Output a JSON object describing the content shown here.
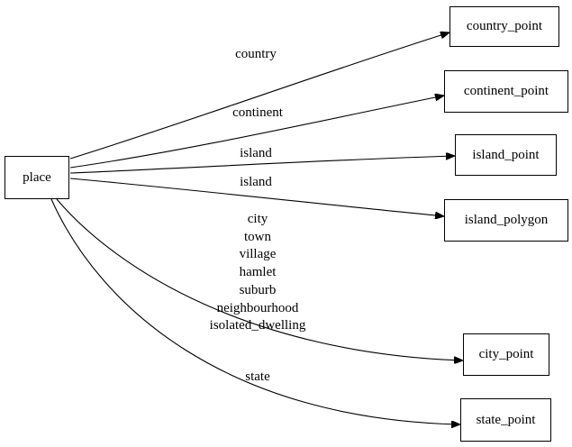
{
  "diagram": {
    "background_color": "#ffffff",
    "line_color": "#000000",
    "nodes": [
      {
        "id": "place",
        "label": "place"
      },
      {
        "id": "country_point",
        "label": "country_point"
      },
      {
        "id": "continent_point",
        "label": "continent_point"
      },
      {
        "id": "island_point",
        "label": "island_point"
      },
      {
        "id": "island_polygon",
        "label": "island_polygon"
      },
      {
        "id": "city_point",
        "label": "city_point"
      },
      {
        "id": "state_point",
        "label": "state_point"
      }
    ],
    "edges": [
      {
        "from": "place",
        "to": "country_point",
        "label": "country"
      },
      {
        "from": "place",
        "to": "continent_point",
        "label": "continent"
      },
      {
        "from": "place",
        "to": "island_point",
        "label": "island"
      },
      {
        "from": "place",
        "to": "island_polygon",
        "label": "island"
      },
      {
        "from": "place",
        "to": "city_point",
        "label": "city\ntown\nvillage\nhamlet\nsuburb\nneighbourhood\nisolated_dwelling"
      },
      {
        "from": "place",
        "to": "state_point",
        "label": "state"
      }
    ]
  }
}
